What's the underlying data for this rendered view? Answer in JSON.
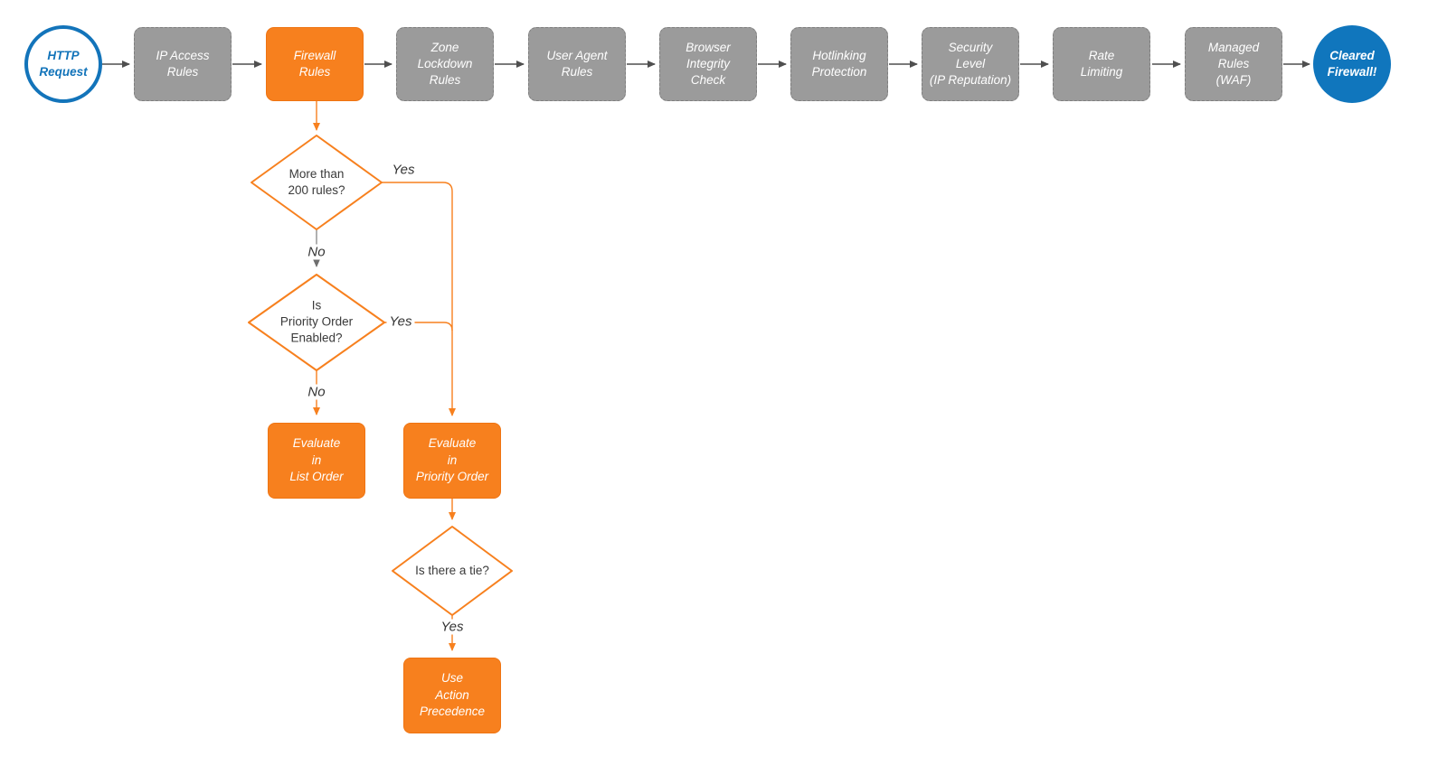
{
  "pipeline": {
    "start": {
      "label": "HTTP\nRequest"
    },
    "stages": [
      {
        "label": "IP Access\nRules"
      },
      {
        "label": "Firewall\nRules",
        "highlighted": true
      },
      {
        "label": "Zone\nLockdown\nRules"
      },
      {
        "label": "User Agent\nRules"
      },
      {
        "label": "Browser\nIntegrity\nCheck"
      },
      {
        "label": "Hotlinking\nProtection"
      },
      {
        "label": "Security\nLevel\n(IP Reputation)"
      },
      {
        "label": "Rate\nLimiting"
      },
      {
        "label": "Managed\nRules\n(WAF)"
      }
    ],
    "end": {
      "label": "Cleared\nFirewall!"
    }
  },
  "firewall_branch": {
    "decision_rule_count": {
      "label": "More than\n200 rules?",
      "yes_label": "Yes",
      "no_label": "No"
    },
    "decision_priority_order": {
      "label": "Is\nPriority Order\nEnabled?",
      "yes_label": "Yes",
      "no_label": "No"
    },
    "evaluate_list_order": {
      "label": "Evaluate\nin\nList Order"
    },
    "evaluate_priority_order": {
      "label": "Evaluate\nin\nPriority Order"
    },
    "decision_tie": {
      "label": "Is there a tie?",
      "yes_label": "Yes"
    },
    "use_action_precedence": {
      "label": "Use\nAction\nPrecedence"
    }
  },
  "colors": {
    "accent_orange": "#F7801E",
    "node_gray": "#9B9B9B",
    "brand_blue": "#1374BA",
    "connector_gray": "#4F4F4F"
  }
}
